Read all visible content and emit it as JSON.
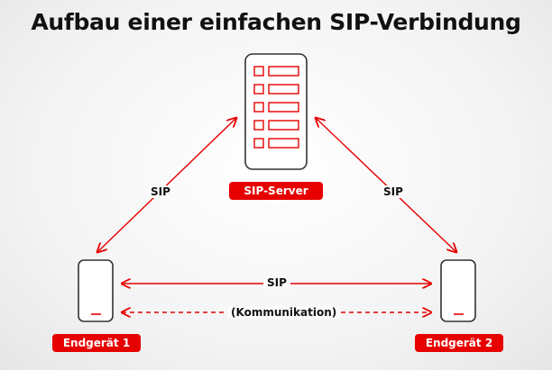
{
  "title": "Aufbau einer einfachen SIP-Verbindung",
  "server": {
    "label": "SIP-Server",
    "icon": "server-icon"
  },
  "devices": [
    {
      "label": "Endgerät 1",
      "icon": "phone-icon"
    },
    {
      "label": "Endgerät 2",
      "icon": "phone-icon"
    }
  ],
  "connections": {
    "left_sip": "SIP",
    "right_sip": "SIP",
    "bottom_sip": "SIP",
    "communication": "(Kommunikation)"
  },
  "colors": {
    "accent": "#e60000",
    "outline": "#333333",
    "text": "#111111"
  }
}
